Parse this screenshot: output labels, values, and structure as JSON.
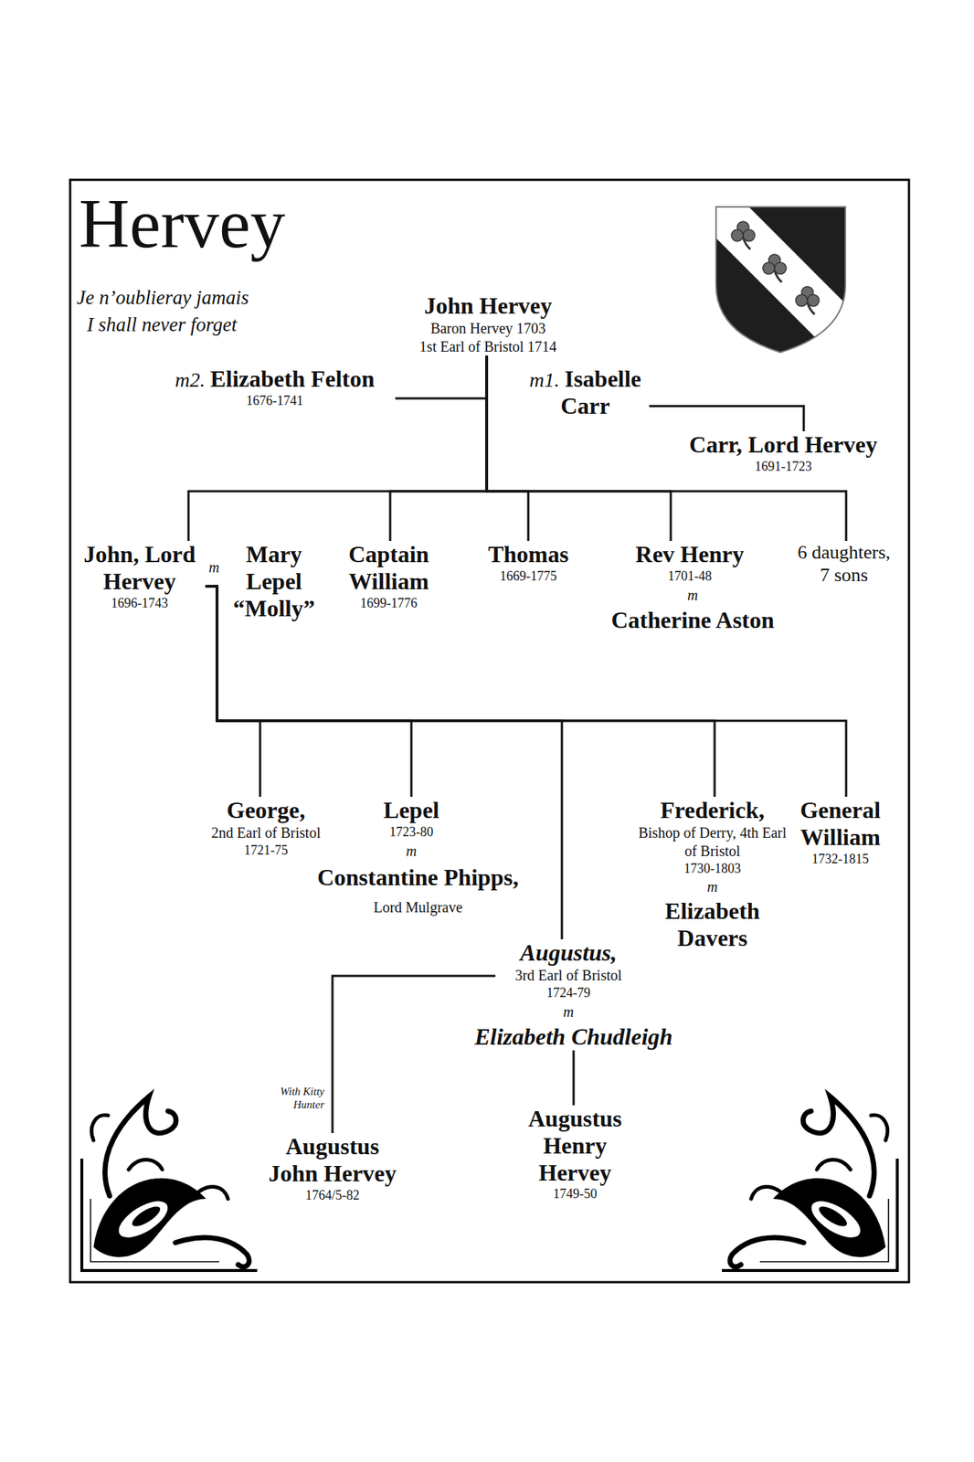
{
  "diagram": {
    "title": "Hervey",
    "nodes": [
      {
        "text": [
          "John Hervey",
          "Baron Hervey 1703",
          "1st Earl of Bristol 1714"
        ]
      },
      {
        "text": [
          "m2.",
          "Elizabeth Felton",
          "1676-1741"
        ]
      },
      {
        "text": [
          "m1.",
          "Isabelle Carr"
        ]
      },
      {
        "text": [
          "Carr, Lord Hervey",
          "1691-1723"
        ]
      },
      {
        "text": [
          "John, Lord Hervey",
          "1696-1743"
        ]
      },
      {
        "text": [
          "Mary Lepel “Molly”"
        ]
      },
      {
        "text": [
          "Captain William",
          "1699-1776"
        ]
      },
      {
        "text": [
          "Thomas",
          "1669-1775"
        ]
      },
      {
        "text": [
          "Rev Henry",
          "1701-48"
        ]
      },
      {
        "text": [
          "Catherine Aston"
        ]
      },
      {
        "text": [
          "6 daughters, 7 sons"
        ]
      },
      {
        "text": [
          "George,",
          "2nd Earl of Bristol",
          "1721-75"
        ]
      },
      {
        "text": [
          "Lepel",
          "1723-80"
        ]
      },
      {
        "text": [
          "Constantine Phipps,",
          "Lord Mulgrave"
        ]
      },
      {
        "text": [
          "Augustus,",
          "3rd Earl of Bristol",
          "1724-79"
        ]
      },
      {
        "text": [
          "Elizabeth Chudleigh"
        ]
      },
      {
        "text": [
          "Frederick,",
          "Bishop of Derry, 4th Earl of Bristol",
          "1730-1803"
        ]
      },
      {
        "text": [
          "Elizabeth Davers"
        ]
      },
      {
        "text": [
          "General William",
          "1732-1815"
        ]
      },
      {
        "text": [
          "Augustus John Hervey",
          "1764/5-82"
        ]
      },
      {
        "text": [
          "Augustus Henry Hervey",
          "1749-50"
        ]
      }
    ],
    "edges": [
      {
        "from": 0,
        "to": 4,
        "arrow": "none"
      },
      {
        "from": 0,
        "to": 6,
        "arrow": "none"
      },
      {
        "from": 0,
        "to": 7,
        "arrow": "none"
      },
      {
        "from": 0,
        "to": 8,
        "arrow": "none"
      },
      {
        "from": 0,
        "to": 10,
        "arrow": "none"
      },
      {
        "from": 1,
        "to": 0,
        "arrow": "none"
      },
      {
        "from": 2,
        "to": 3,
        "arrow": "none"
      },
      {
        "from": 4,
        "to": 11,
        "arrow": "none"
      },
      {
        "from": 4,
        "to": 12,
        "arrow": "none"
      },
      {
        "from": 4,
        "to": 14,
        "arrow": "none"
      },
      {
        "from": 4,
        "to": 16,
        "arrow": "none"
      },
      {
        "from": 4,
        "to": 18,
        "arrow": "none"
      },
      {
        "from": 14,
        "to": 19,
        "label": "With Kitty Hunter",
        "arrow": "none"
      },
      {
        "from": 15,
        "to": 20,
        "arrow": "none"
      }
    ],
    "labels": [
      "Je n’oublieray jamais",
      "I shall never forget",
      "m",
      "m",
      "m",
      "m",
      "m"
    ]
  }
}
